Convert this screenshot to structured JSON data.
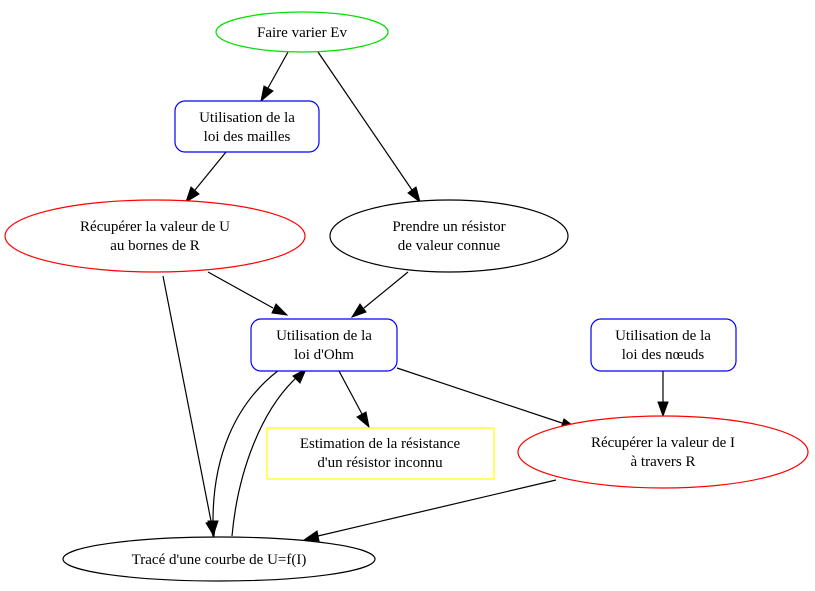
{
  "colors": {
    "green": "#00e000",
    "blue": "#0000ff",
    "red": "#ff0000",
    "yellow": "#ffff00",
    "black": "#000000"
  },
  "nodes": {
    "faire_varier": {
      "lines": [
        "Faire varier Ev"
      ]
    },
    "loi_mailles": {
      "lines": [
        "Utilisation de la",
        "loi des mailles"
      ]
    },
    "recuperer_u": {
      "lines": [
        "Récupérer la valeur de U",
        "au bornes de R"
      ]
    },
    "prendre_resistor": {
      "lines": [
        "Prendre un résistor",
        "de valeur connue"
      ]
    },
    "loi_ohm": {
      "lines": [
        "Utilisation de la",
        "loi d'Ohm"
      ]
    },
    "loi_noeuds": {
      "lines": [
        "Utilisation de la",
        "loi des nœuds"
      ]
    },
    "estimation": {
      "lines": [
        "Estimation de la résistance",
        "d'un résistor inconnu"
      ]
    },
    "recuperer_i": {
      "lines": [
        "Récupérer la valeur de I",
        "à travers R"
      ]
    },
    "trace_courbe": {
      "lines": [
        "Tracé d'une courbe de U=f(I)"
      ]
    }
  },
  "edges": [
    {
      "from": "faire_varier",
      "to": "loi_mailles"
    },
    {
      "from": "faire_varier",
      "to": "prendre_resistor"
    },
    {
      "from": "loi_mailles",
      "to": "recuperer_u"
    },
    {
      "from": "recuperer_u",
      "to": "loi_ohm"
    },
    {
      "from": "recuperer_u",
      "to": "trace_courbe"
    },
    {
      "from": "prendre_resistor",
      "to": "loi_ohm"
    },
    {
      "from": "loi_ohm",
      "to": "estimation"
    },
    {
      "from": "loi_ohm",
      "to": "recuperer_i"
    },
    {
      "from": "loi_ohm",
      "to": "trace_courbe"
    },
    {
      "from": "trace_courbe",
      "to": "loi_ohm"
    },
    {
      "from": "loi_noeuds",
      "to": "recuperer_i"
    },
    {
      "from": "recuperer_i",
      "to": "trace_courbe"
    }
  ]
}
